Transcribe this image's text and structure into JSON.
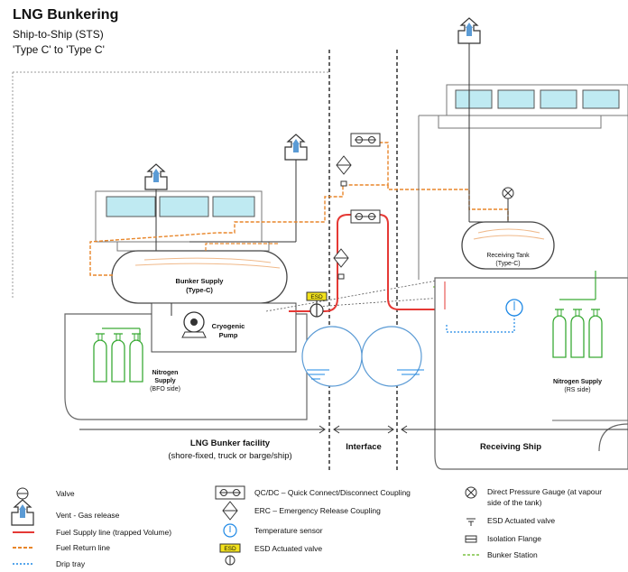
{
  "header": {
    "title": "LNG Bunkering",
    "subtitle_1": "Ship-to-Ship (STS)",
    "subtitle_2": "'Type C' to 'Type C'"
  },
  "diagram": {
    "bunker_supply_1": "Bunker Supply",
    "bunker_supply_2": "(Type-C)",
    "cryogenic_pump_1": "Cryogenic",
    "cryogenic_pump_2": "Pump",
    "nitrogen_bfo_1": "Nitrogen",
    "nitrogen_bfo_2": "Supply",
    "nitrogen_bfo_3": "(BFO side)",
    "receiving_tank_1": "Receiving Tank",
    "receiving_tank_2": "(Type-C)",
    "nitrogen_rs_1": "Nitrogen Supply",
    "nitrogen_rs_2": "(RS side)",
    "esd_label": "ESD",
    "section_bunker_1": "LNG Bunker facility",
    "section_bunker_2": "(shore-fixed, truck or barge/ship)",
    "section_interface": "Interface",
    "section_receiving": "Receiving Ship"
  },
  "legend": {
    "valve": "Valve",
    "vent": "Vent - Gas release",
    "fuel_supply": "Fuel Supply line (trapped Volume)",
    "fuel_return": "Fuel Return line",
    "drip_tray": "Drip tray",
    "qcdc": "QC/DC – Quick Connect/Disconnect Coupling",
    "erc": "ERC – Emergency Release Coupling",
    "temp_sensor": "Temperature sensor",
    "esd_valve": "ESD Actuated valve",
    "esd_box": "ESD",
    "pressure_gauge_1": "Direct Pressure Gauge (at vapour",
    "pressure_gauge_2": "side of the tank)",
    "esd_actuated": "ESD Actuated valve",
    "isolation_flange": "Isolation Flange",
    "bunker_station": "Bunker Station"
  },
  "colors": {
    "supply_line": "#e53935",
    "return_line": "#e8862a",
    "drip_tray": "#1e88e5",
    "bunker_station": "#7cc242",
    "nitrogen": "#3aaa35",
    "window_fill": "#bfeaf2",
    "tank_accent": "#f0b98a",
    "esd_fill": "#f3e21b"
  }
}
